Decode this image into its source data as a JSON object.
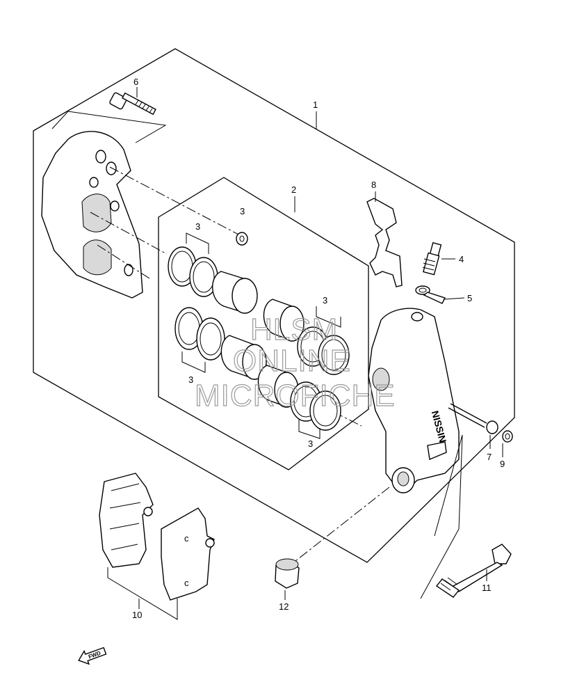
{
  "parts": [
    {
      "id": "1",
      "label": "1"
    },
    {
      "id": "2",
      "label": "2"
    },
    {
      "id": "3",
      "label": "3"
    },
    {
      "id": "4",
      "label": "4"
    },
    {
      "id": "5",
      "label": "5"
    },
    {
      "id": "6",
      "label": "6"
    },
    {
      "id": "7",
      "label": "7"
    },
    {
      "id": "8",
      "label": "8"
    },
    {
      "id": "9",
      "label": "9"
    },
    {
      "id": "10",
      "label": "10"
    },
    {
      "id": "11",
      "label": "11"
    },
    {
      "id": "12",
      "label": "12"
    }
  ],
  "watermark": {
    "line1": "HLSM",
    "line2": "ONLINE",
    "line3": "MICROFICHE"
  },
  "fwd_label": "FWD",
  "caliper_brand": "NISSIN"
}
